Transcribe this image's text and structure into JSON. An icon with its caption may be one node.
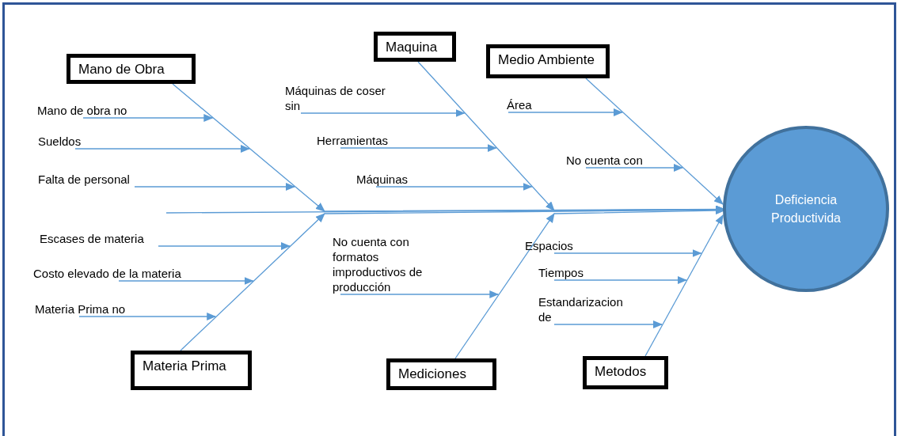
{
  "diagram": {
    "nodes": [
      {
        "text": [
          "Mano de Obra"
        ]
      },
      {
        "text": [
          "Mano de obra no"
        ]
      },
      {
        "text": [
          "Sueldos"
        ]
      },
      {
        "text": [
          "Falta de personal"
        ]
      },
      {
        "text": [
          "Maquina"
        ]
      },
      {
        "text": [
          "Máquinas de coser sin"
        ]
      },
      {
        "text": [
          "Herramientas"
        ]
      },
      {
        "text": [
          "Máquinas"
        ]
      },
      {
        "text": [
          "Medio Ambiente"
        ]
      },
      {
        "text": [
          "Área"
        ]
      },
      {
        "text": [
          "No cuenta con"
        ]
      },
      {
        "text": [
          "Materia Prima"
        ]
      },
      {
        "text": [
          "Escases de materia"
        ]
      },
      {
        "text": [
          "Costo elevado de la materia"
        ]
      },
      {
        "text": [
          "Materia Prima no"
        ]
      },
      {
        "text": [
          "Mediciones"
        ]
      },
      {
        "text": [
          "No cuenta con formatos improductivos de producción"
        ]
      },
      {
        "text": [
          "Metodos"
        ]
      },
      {
        "text": [
          "Espacios"
        ]
      },
      {
        "text": [
          "Tiempos"
        ]
      },
      {
        "text": [
          "Estandarizacion de"
        ]
      },
      {
        "text": [
          "Deficiencia Productivida"
        ]
      }
    ],
    "edges": [
      {
        "from": null,
        "to": 21,
        "arrow": "to"
      },
      {
        "from": 0,
        "to": 21,
        "arrow": "to"
      },
      {
        "from": 1,
        "to": null,
        "arrow": "to"
      },
      {
        "from": 2,
        "to": null,
        "arrow": "to"
      },
      {
        "from": 3,
        "to": null,
        "arrow": "to"
      },
      {
        "from": 4,
        "to": 21,
        "arrow": "to"
      },
      {
        "from": 5,
        "to": null,
        "arrow": "to"
      },
      {
        "from": 6,
        "to": null,
        "arrow": "to"
      },
      {
        "from": 7,
        "to": null,
        "arrow": "to"
      },
      {
        "from": 8,
        "to": 21,
        "arrow": "to"
      },
      {
        "from": 9,
        "to": null,
        "arrow": "to"
      },
      {
        "from": 10,
        "to": null,
        "arrow": "to"
      },
      {
        "from": 11,
        "to": 21,
        "arrow": "to"
      },
      {
        "from": 12,
        "to": null,
        "arrow": "to"
      },
      {
        "from": 13,
        "to": null,
        "arrow": "to"
      },
      {
        "from": 14,
        "to": null,
        "arrow": "to"
      },
      {
        "from": 15,
        "to": 21,
        "arrow": "to"
      },
      {
        "from": 16,
        "to": null,
        "arrow": "to"
      },
      {
        "from": 17,
        "to": 21,
        "arrow": "to"
      },
      {
        "from": 18,
        "to": null,
        "arrow": "to"
      },
      {
        "from": 19,
        "to": null,
        "arrow": "to"
      },
      {
        "from": 20,
        "to": null,
        "arrow": "to"
      }
    ]
  }
}
